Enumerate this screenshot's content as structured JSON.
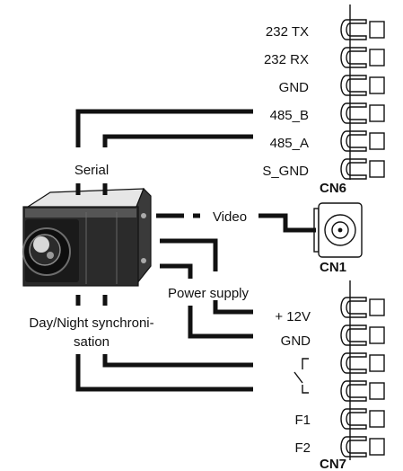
{
  "title": "",
  "connectors": {
    "cn6": {
      "label": "CN6",
      "pins": [
        "232 TX",
        "232 RX",
        "GND",
        "485_B",
        "485_A",
        "S_GND"
      ]
    },
    "cn1": {
      "label": "CN1"
    },
    "cn7": {
      "label": "CN7",
      "pins": [
        "+ 12V",
        "GND",
        "",
        "",
        "F1",
        "F2"
      ]
    }
  },
  "labels": {
    "serial": "Serial",
    "video": "Video",
    "power_supply": "Power supply",
    "day_night_line1": "Day/Night synchroni-",
    "day_night_line2": "sation"
  },
  "icons": {
    "camera": "camera-icon",
    "bnc": "bnc-connector-icon",
    "relay": "relay-contact-icon"
  }
}
